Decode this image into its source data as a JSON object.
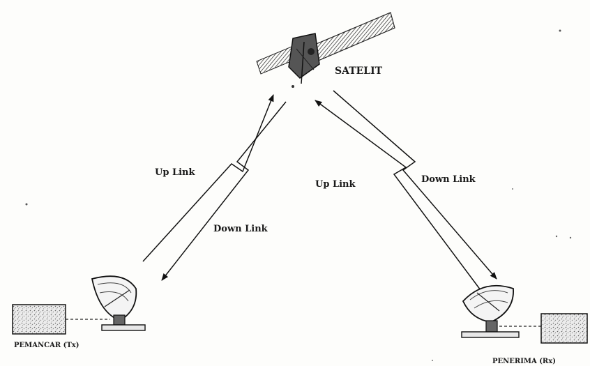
{
  "diagram": {
    "satellite_label": "SATELIT",
    "transmitter_label": "PEMANCAR (Tx)",
    "receiver_label": "PENERIMA (Rx)",
    "left_uplink_label": "Up Link",
    "left_downlink_label": "Down Link",
    "right_uplink_label": "Up Link",
    "right_downlink_label": "Down Link"
  }
}
